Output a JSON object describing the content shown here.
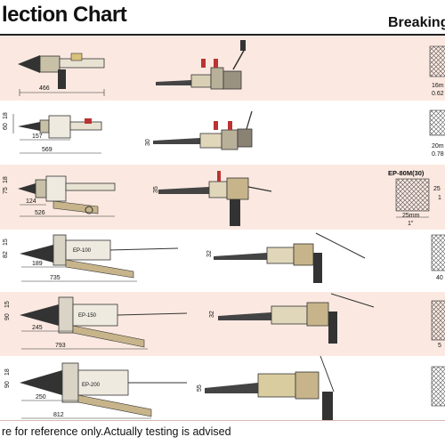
{
  "header": {
    "title": "lection Chart",
    "right_title": "Breaking"
  },
  "rows": [
    {
      "dims": [
        "466"
      ],
      "right_labels": [
        "16m",
        "0.62"
      ]
    },
    {
      "dims": [
        "60",
        "18",
        "157",
        "569",
        "30"
      ],
      "right_labels": [
        "20m",
        "0.78"
      ]
    },
    {
      "dims": [
        "75",
        "18",
        "124",
        "526",
        "35"
      ],
      "right_labels": [
        "EP-80M(30)",
        "25mm",
        "1\"",
        "25",
        "1"
      ]
    },
    {
      "dims": [
        "82",
        "15",
        "189",
        "735",
        "32"
      ],
      "model": "EP-100",
      "right_labels": [
        "40"
      ]
    },
    {
      "dims": [
        "90",
        "15",
        "245",
        "793",
        "32"
      ],
      "model": "EP-150",
      "right_labels": [
        "5"
      ]
    },
    {
      "dims": [
        "90",
        "18",
        "250",
        "812",
        "55"
      ],
      "model": "EP-200",
      "right_labels": []
    }
  ],
  "footer": {
    "note": "re for reference only.Actually testing is advised"
  }
}
